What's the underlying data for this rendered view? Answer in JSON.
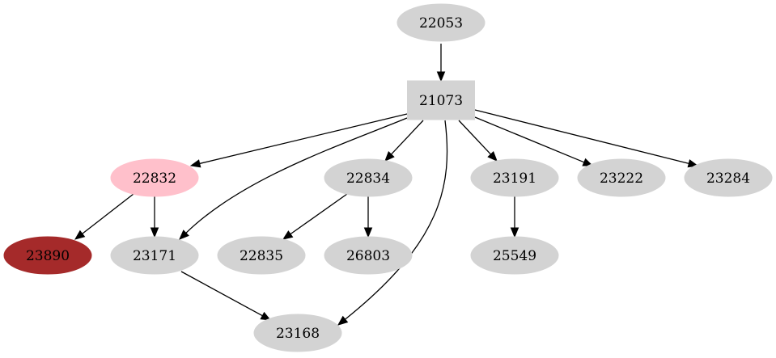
{
  "graph": {
    "nodes": [
      {
        "id": "22053",
        "label": "22053",
        "shape": "ellipse",
        "color": "#d3d3d3"
      },
      {
        "id": "21073",
        "label": "21073",
        "shape": "box",
        "color": "#d3d3d3"
      },
      {
        "id": "22832",
        "label": "22832",
        "shape": "ellipse",
        "color": "#ffc0cb"
      },
      {
        "id": "22834",
        "label": "22834",
        "shape": "ellipse",
        "color": "#d3d3d3"
      },
      {
        "id": "23191",
        "label": "23191",
        "shape": "ellipse",
        "color": "#d3d3d3"
      },
      {
        "id": "23222",
        "label": "23222",
        "shape": "ellipse",
        "color": "#d3d3d3"
      },
      {
        "id": "23284",
        "label": "23284",
        "shape": "ellipse",
        "color": "#d3d3d3"
      },
      {
        "id": "23890",
        "label": "23890",
        "shape": "ellipse",
        "color": "#a52a2a"
      },
      {
        "id": "23171",
        "label": "23171",
        "shape": "ellipse",
        "color": "#d3d3d3"
      },
      {
        "id": "22835",
        "label": "22835",
        "shape": "ellipse",
        "color": "#d3d3d3"
      },
      {
        "id": "26803",
        "label": "26803",
        "shape": "ellipse",
        "color": "#d3d3d3"
      },
      {
        "id": "25549",
        "label": "25549",
        "shape": "ellipse",
        "color": "#d3d3d3"
      },
      {
        "id": "23168",
        "label": "23168",
        "shape": "ellipse",
        "color": "#d3d3d3"
      }
    ],
    "edges": [
      {
        "from": "22053",
        "to": "21073"
      },
      {
        "from": "21073",
        "to": "22832"
      },
      {
        "from": "21073",
        "to": "23171"
      },
      {
        "from": "21073",
        "to": "22834"
      },
      {
        "from": "21073",
        "to": "23168"
      },
      {
        "from": "21073",
        "to": "23191"
      },
      {
        "from": "21073",
        "to": "23222"
      },
      {
        "from": "21073",
        "to": "23284"
      },
      {
        "from": "22832",
        "to": "23890"
      },
      {
        "from": "22832",
        "to": "23171"
      },
      {
        "from": "22834",
        "to": "22835"
      },
      {
        "from": "22834",
        "to": "26803"
      },
      {
        "from": "23191",
        "to": "25549"
      },
      {
        "from": "23171",
        "to": "23168"
      }
    ]
  }
}
